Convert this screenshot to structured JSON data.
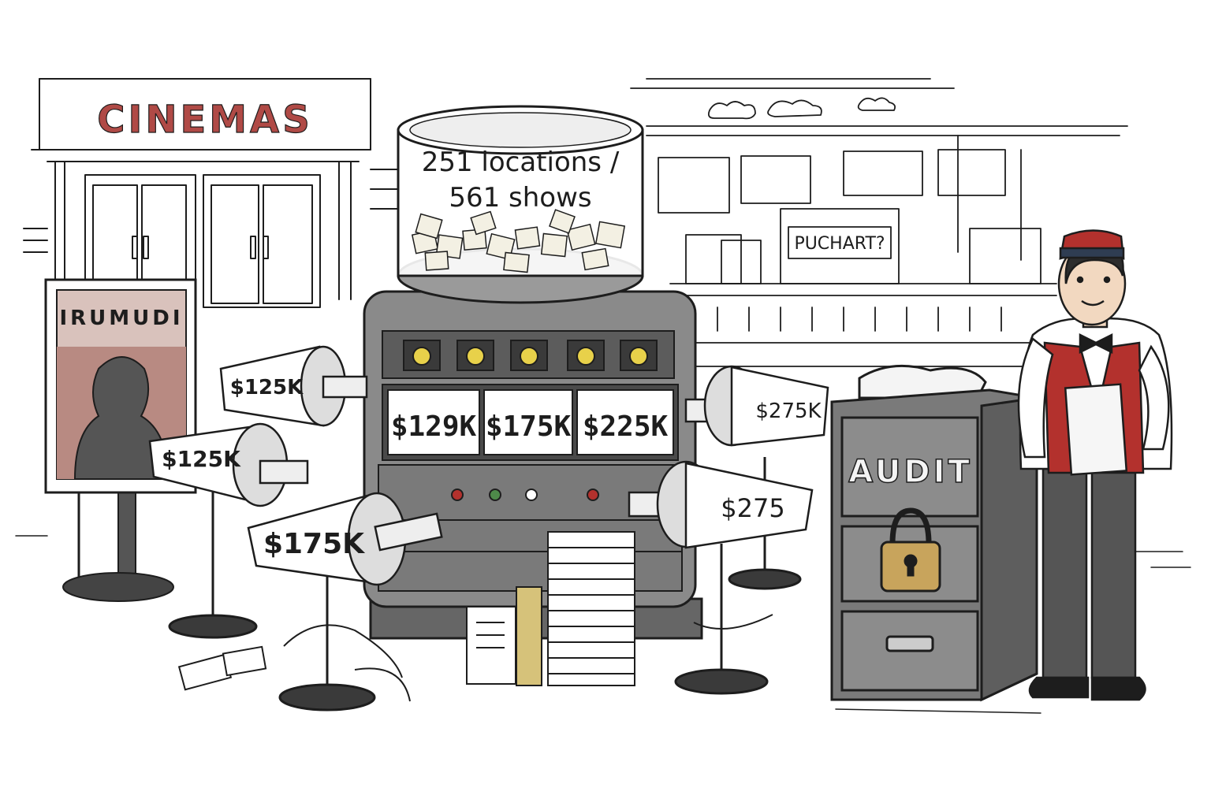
{
  "storefront": {
    "sign": "CINEMAS",
    "counter_sign": "PUCHART?"
  },
  "poster": {
    "title": "IRUMUDI"
  },
  "machine": {
    "dome_line1": "251 locations /",
    "dome_line2": "561 shows",
    "reels": [
      "$129K",
      "$175K",
      "$225K"
    ],
    "indicator_lights": [
      "red",
      "green",
      "white",
      "red"
    ]
  },
  "megaphones": [
    {
      "label": "$125K"
    },
    {
      "label": "$125K"
    },
    {
      "label": "$175K"
    },
    {
      "label": "$275K"
    },
    {
      "label": "$275"
    }
  ],
  "cabinet": {
    "label": "AUDIT",
    "lock": "padlock-icon"
  },
  "colors": {
    "ink": "#1d1d1d",
    "sign_red": "#b04a46",
    "vest_red": "#b3312d",
    "machine_gray": "#8a8a8a",
    "cabinet_gray": "#777777",
    "lock_gold": "#c8a45c",
    "bulb_yellow": "#e8d14a"
  }
}
